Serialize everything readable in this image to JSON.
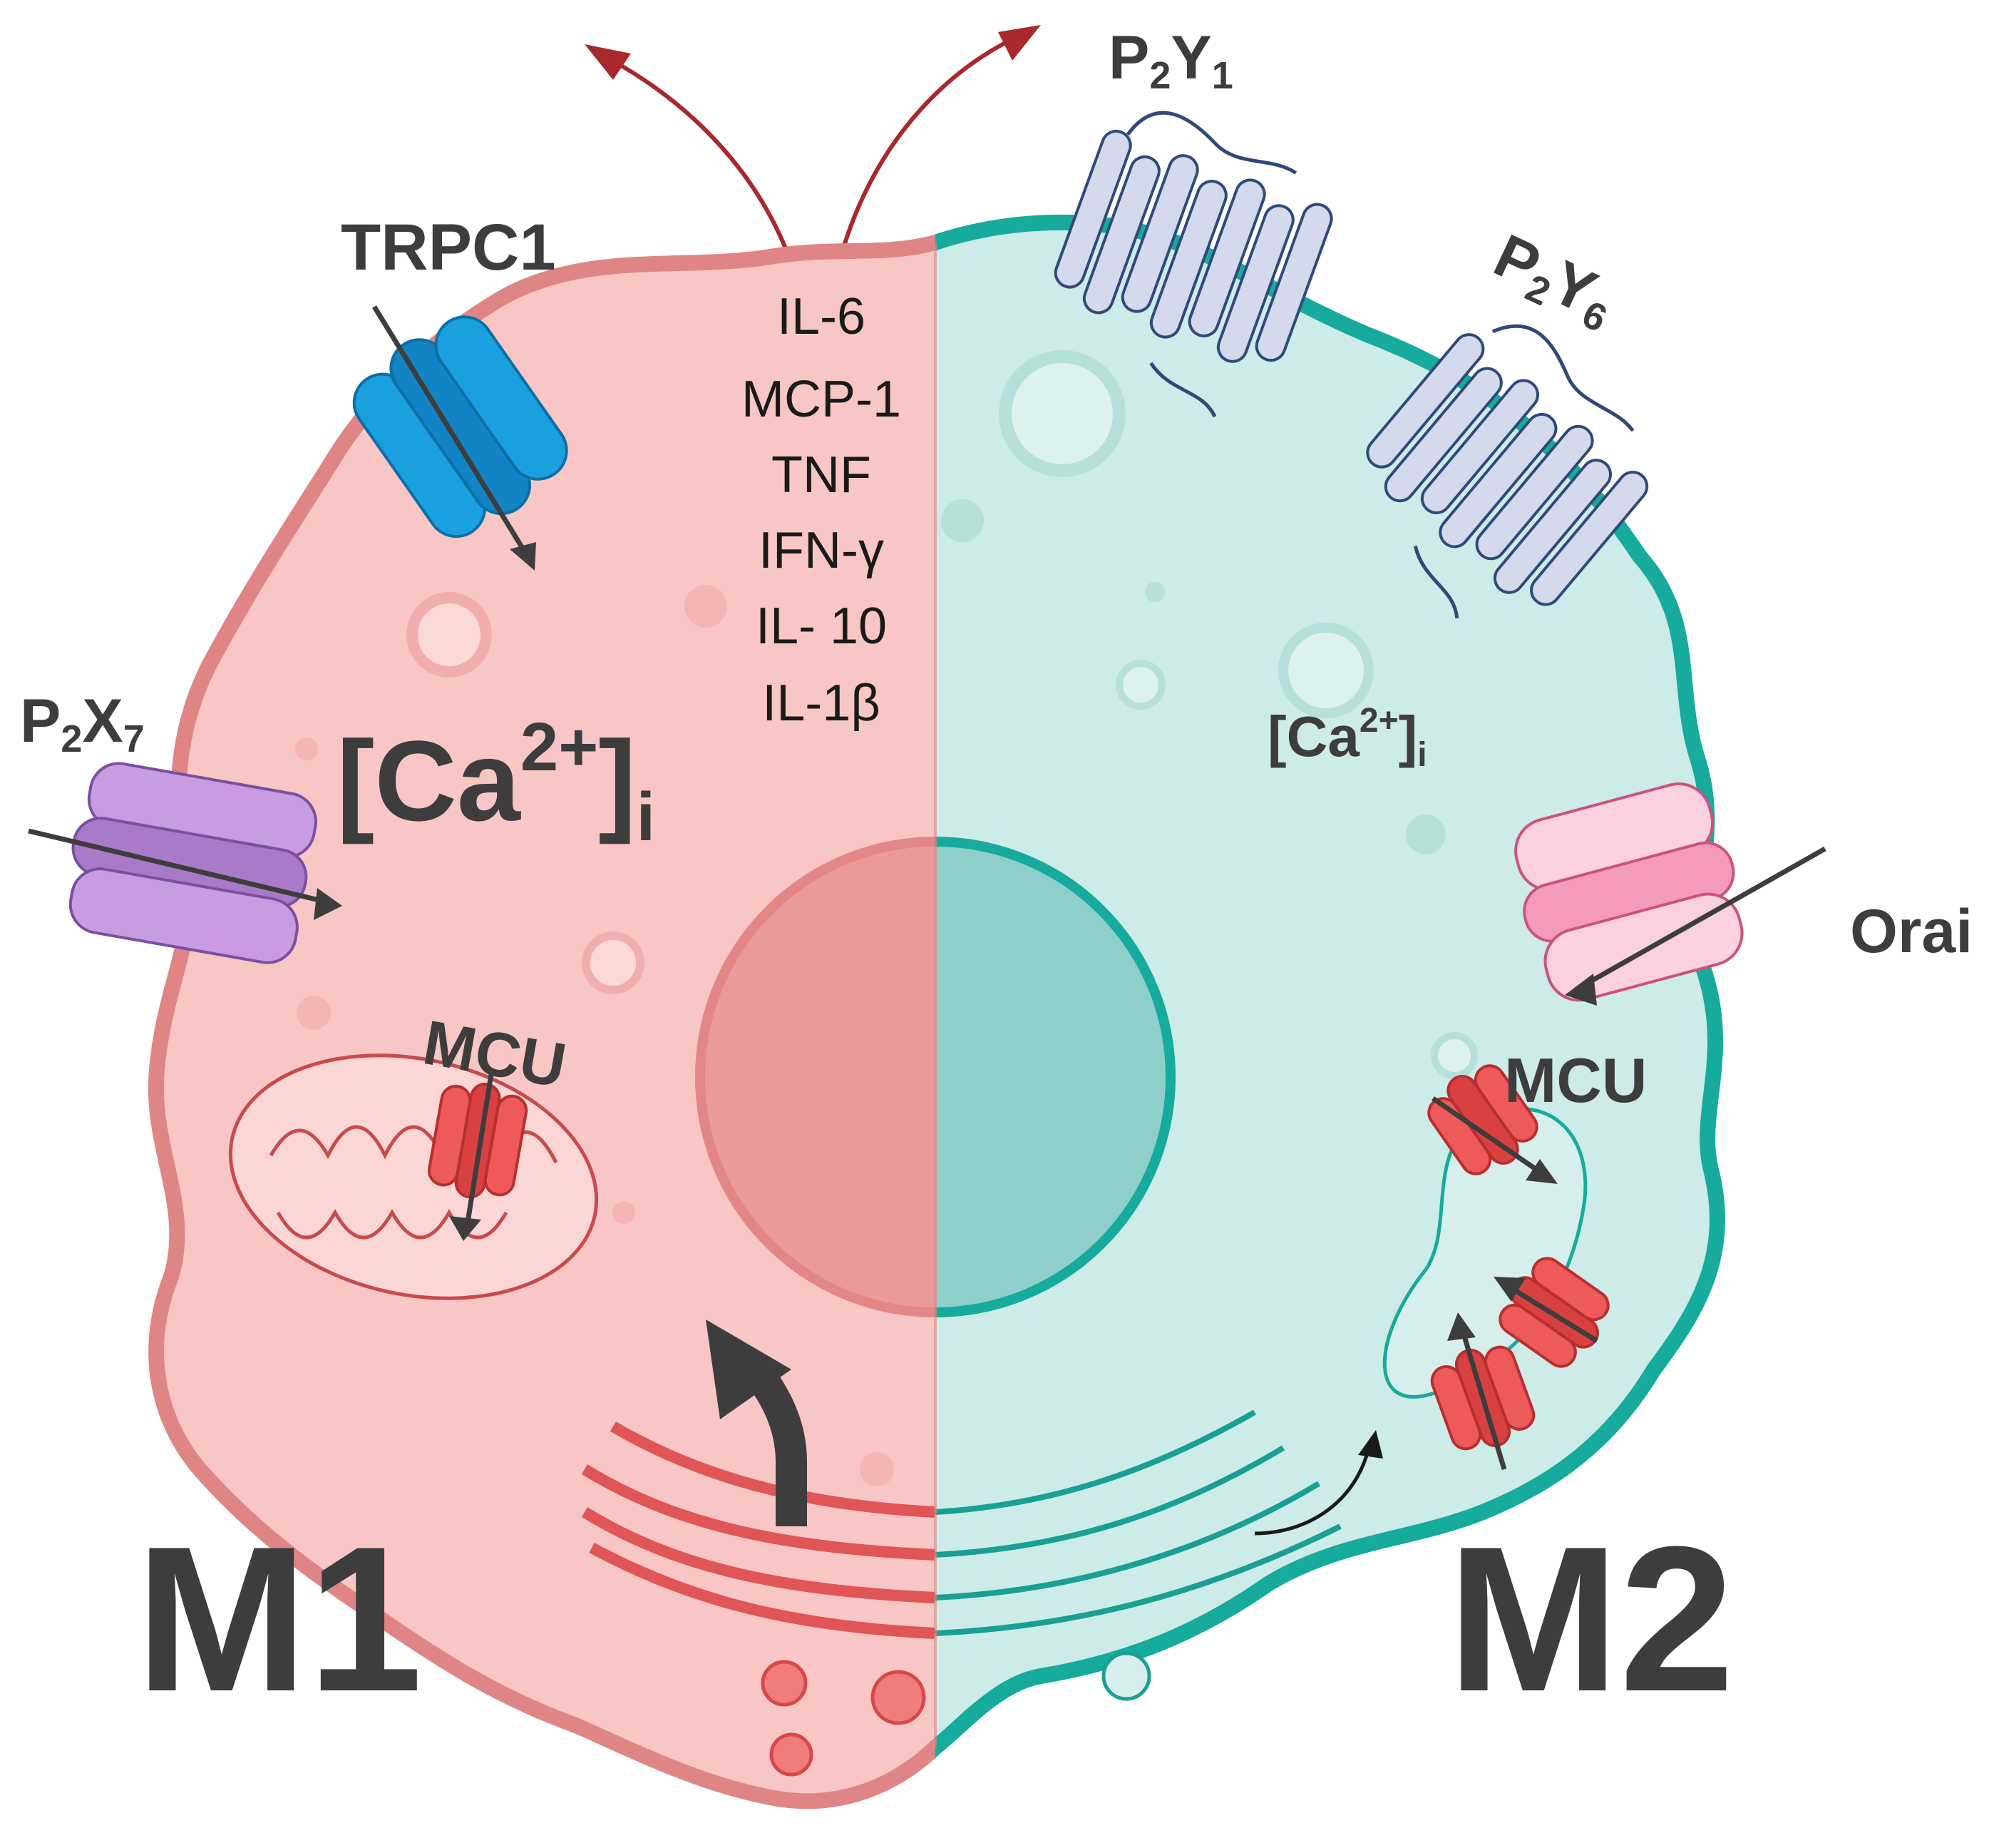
{
  "diagram": {
    "cytokines": [
      "IL-6",
      "MCP-1",
      "TNF",
      "IFN-γ",
      "IL- 10",
      "IL-1β"
    ],
    "channels": {
      "trpc1": "TRPC1",
      "p2x7": {
        "main": "P",
        "sub1": "2",
        "mid": "X",
        "sub2": "7"
      },
      "p2y1": {
        "main": "P",
        "sub1": "2",
        "mid": "Y",
        "sub2": "1"
      },
      "p2y6": {
        "main": "P",
        "sub1": "2",
        "mid": "Y",
        "sub2": "6"
      },
      "orai": "Orai",
      "mcu_left": "MCU",
      "mcu_right": "MCU"
    },
    "calcium_left": {
      "main": "[Ca",
      "sup": "2+",
      "close": "]",
      "sub": "i"
    },
    "calcium_right": {
      "main": "[Ca",
      "sup": "2+",
      "close": "]",
      "sub": "i"
    },
    "cell_m1": "M1",
    "cell_m2": "M2",
    "colors": {
      "m1_fill": "#f9c6c6",
      "m1_border": "#e08585",
      "m2_fill": "#cdebe8",
      "m2_border": "#16ab9c",
      "nucleus_m1": "#eb9a9a",
      "nucleus_m2": "#8ecfca",
      "trpc1": "#1a9fdf",
      "p2x7": "#c79ce0",
      "p2y": "#d4d9ec",
      "orai": "#f8b8cf",
      "mcu": "#ee5a5a",
      "secretion_arrow": "#a8282b",
      "label_dark": "#3d3d3d"
    }
  }
}
